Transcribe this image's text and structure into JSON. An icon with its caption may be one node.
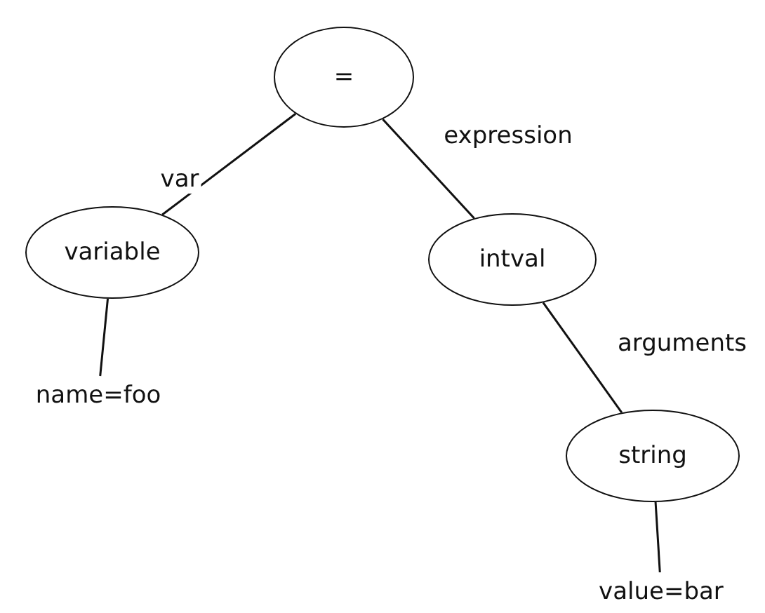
{
  "diagram": {
    "nodes": [
      {
        "text": [
          "="
        ]
      },
      {
        "text": [
          "variable"
        ]
      },
      {
        "text": [
          "intval"
        ]
      },
      {
        "text": [
          "name=foo"
        ]
      },
      {
        "text": [
          "string"
        ]
      },
      {
        "text": [
          "value=bar"
        ]
      }
    ],
    "edges": [
      {
        "from": 0,
        "to": 1,
        "arrow": "none",
        "label": "var"
      },
      {
        "from": 0,
        "to": 2,
        "arrow": "none",
        "label": "expression"
      },
      {
        "from": 1,
        "to": 3,
        "arrow": "none"
      },
      {
        "from": 2,
        "to": 4,
        "arrow": "none",
        "label": "arguments"
      },
      {
        "from": 4,
        "to": 5,
        "arrow": "none"
      }
    ]
  }
}
